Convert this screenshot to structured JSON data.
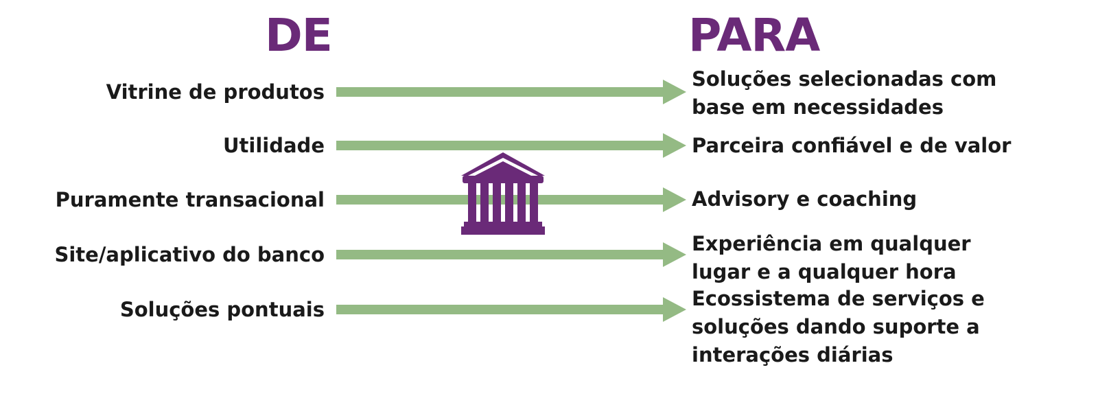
{
  "headings": {
    "from": "DE",
    "to": "PARA"
  },
  "colors": {
    "heading": "#6a2a78",
    "arrow": "#94ba84",
    "text": "#1a1a1a",
    "icon": "#6a2a78"
  },
  "icon": "bank-building-icon",
  "rows": [
    {
      "from": "Vitrine de produtos",
      "to": "Soluções selecionadas com\nbase em necessidades"
    },
    {
      "from": "Utilidade",
      "to": "Parceira confiável e de valor"
    },
    {
      "from": "Puramente transacional",
      "to": "Advisory e coaching"
    },
    {
      "from": "Site/aplicativo do banco",
      "to": "Experiência em qualquer\nlugar e a qualquer hora"
    },
    {
      "from": "Soluções pontuais",
      "to": "Ecossistema de serviços e\nsoluções dando suporte a\ninterações diárias"
    }
  ]
}
